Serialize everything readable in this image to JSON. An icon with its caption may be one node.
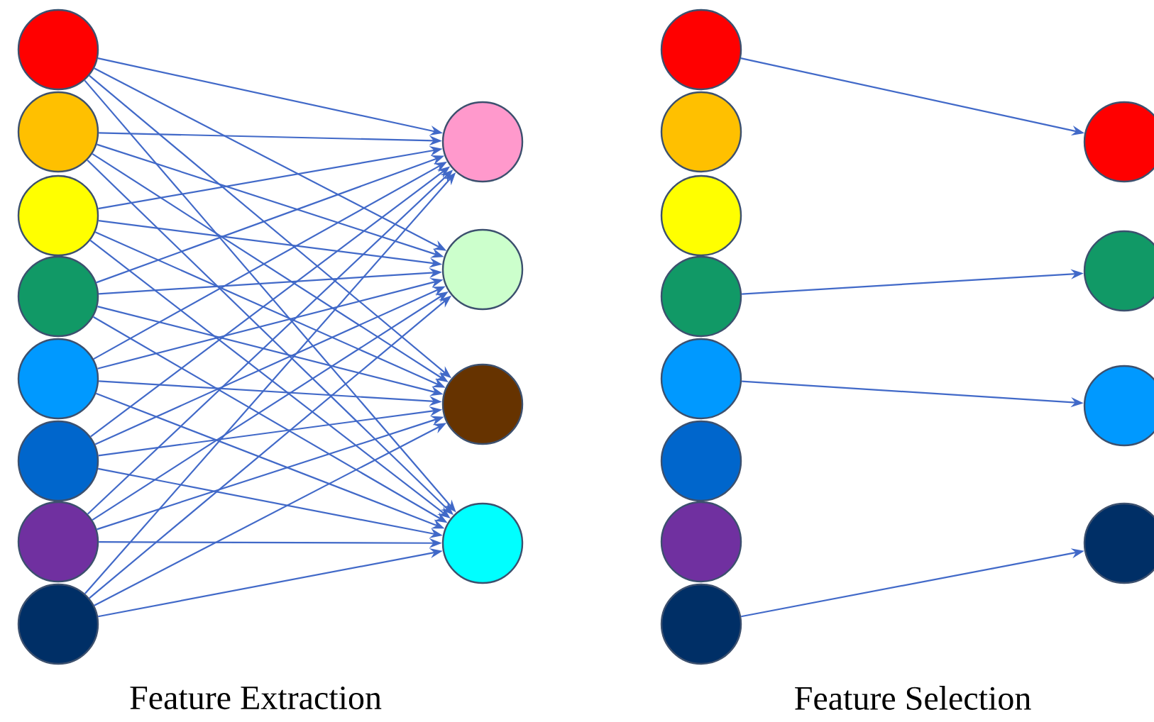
{
  "diagram": {
    "nodes": [
      {
        "text": [],
        "shape": "circle"
      },
      {
        "text": [],
        "shape": "circle"
      },
      {
        "text": [],
        "shape": "circle"
      },
      {
        "text": [],
        "shape": "circle"
      },
      {
        "text": [],
        "shape": "circle"
      },
      {
        "text": [],
        "shape": "circle"
      },
      {
        "text": [],
        "shape": "circle"
      },
      {
        "text": [],
        "shape": "circle"
      },
      {
        "text": [],
        "shape": "circle"
      },
      {
        "text": [],
        "shape": "circle"
      },
      {
        "text": [],
        "shape": "circle"
      },
      {
        "text": [],
        "shape": "circle"
      },
      {
        "text": [],
        "shape": "circle"
      },
      {
        "text": [],
        "shape": "circle"
      },
      {
        "text": [],
        "shape": "circle"
      },
      {
        "text": [],
        "shape": "circle"
      },
      {
        "text": [],
        "shape": "circle"
      },
      {
        "text": [],
        "shape": "circle"
      },
      {
        "text": [],
        "shape": "circle"
      },
      {
        "text": [],
        "shape": "circle"
      },
      {
        "text": [],
        "shape": "circle"
      },
      {
        "text": [],
        "shape": "circle"
      },
      {
        "text": [],
        "shape": "circle"
      },
      {
        "text": [],
        "shape": "circle"
      }
    ],
    "edges": [
      {
        "from": 0,
        "to": 8,
        "arrow": "to"
      },
      {
        "from": 0,
        "to": 9,
        "arrow": "to"
      },
      {
        "from": 0,
        "to": 10,
        "arrow": "to"
      },
      {
        "from": 0,
        "to": 11,
        "arrow": "to"
      },
      {
        "from": 1,
        "to": 8,
        "arrow": "to"
      },
      {
        "from": 1,
        "to": 9,
        "arrow": "to"
      },
      {
        "from": 1,
        "to": 10,
        "arrow": "to"
      },
      {
        "from": 1,
        "to": 11,
        "arrow": "to"
      },
      {
        "from": 2,
        "to": 8,
        "arrow": "to"
      },
      {
        "from": 2,
        "to": 9,
        "arrow": "to"
      },
      {
        "from": 2,
        "to": 10,
        "arrow": "to"
      },
      {
        "from": 2,
        "to": 11,
        "arrow": "to"
      },
      {
        "from": 3,
        "to": 8,
        "arrow": "to"
      },
      {
        "from": 3,
        "to": 9,
        "arrow": "to"
      },
      {
        "from": 3,
        "to": 10,
        "arrow": "to"
      },
      {
        "from": 3,
        "to": 11,
        "arrow": "to"
      },
      {
        "from": 4,
        "to": 8,
        "arrow": "to"
      },
      {
        "from": 4,
        "to": 9,
        "arrow": "to"
      },
      {
        "from": 4,
        "to": 10,
        "arrow": "to"
      },
      {
        "from": 4,
        "to": 11,
        "arrow": "to"
      },
      {
        "from": 5,
        "to": 8,
        "arrow": "to"
      },
      {
        "from": 5,
        "to": 9,
        "arrow": "to"
      },
      {
        "from": 5,
        "to": 10,
        "arrow": "to"
      },
      {
        "from": 5,
        "to": 11,
        "arrow": "to"
      },
      {
        "from": 6,
        "to": 8,
        "arrow": "to"
      },
      {
        "from": 6,
        "to": 9,
        "arrow": "to"
      },
      {
        "from": 6,
        "to": 10,
        "arrow": "to"
      },
      {
        "from": 6,
        "to": 11,
        "arrow": "to"
      },
      {
        "from": 7,
        "to": 8,
        "arrow": "to"
      },
      {
        "from": 7,
        "to": 9,
        "arrow": "to"
      },
      {
        "from": 7,
        "to": 10,
        "arrow": "to"
      },
      {
        "from": 7,
        "to": 11,
        "arrow": "to"
      },
      {
        "from": 12,
        "to": 20,
        "arrow": "to"
      },
      {
        "from": 15,
        "to": 21,
        "arrow": "to"
      },
      {
        "from": 16,
        "to": 22,
        "arrow": "to"
      },
      {
        "from": 19,
        "to": 23,
        "arrow": "to"
      }
    ],
    "labels": [
      "Feature Extraction",
      "Feature Selection"
    ]
  }
}
